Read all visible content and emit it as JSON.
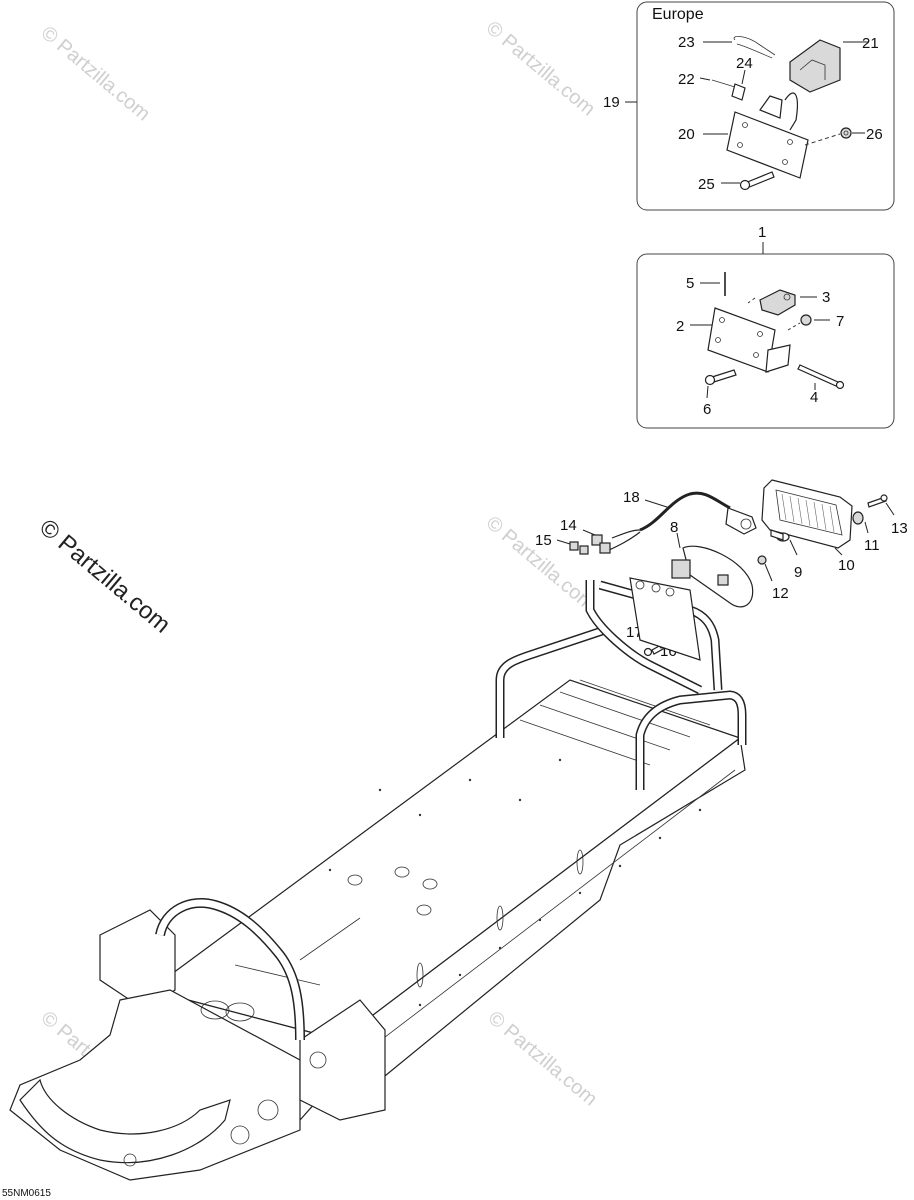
{
  "diagram": {
    "code": "55NM0615",
    "watermark_small": "© Partzilla.com",
    "watermark_large": "© Partzilla.com"
  },
  "europe_box": {
    "title": "Europe",
    "group_callout": "19",
    "callouts": {
      "c20": "20",
      "c21": "21",
      "c22": "22",
      "c23": "23",
      "c24": "24",
      "c25": "25",
      "c26": "26"
    }
  },
  "standard_box": {
    "group_callout": "1",
    "callouts": {
      "c2": "2",
      "c3": "3",
      "c4": "4",
      "c5": "5",
      "c6": "6",
      "c7": "7"
    }
  },
  "taillight": {
    "callouts": {
      "c8": "8",
      "c9": "9",
      "c10": "10",
      "c11": "11",
      "c12": "12",
      "c13": "13",
      "c14": "14",
      "c15": "15",
      "c16": "16",
      "c17": "17",
      "c18": "18"
    }
  }
}
